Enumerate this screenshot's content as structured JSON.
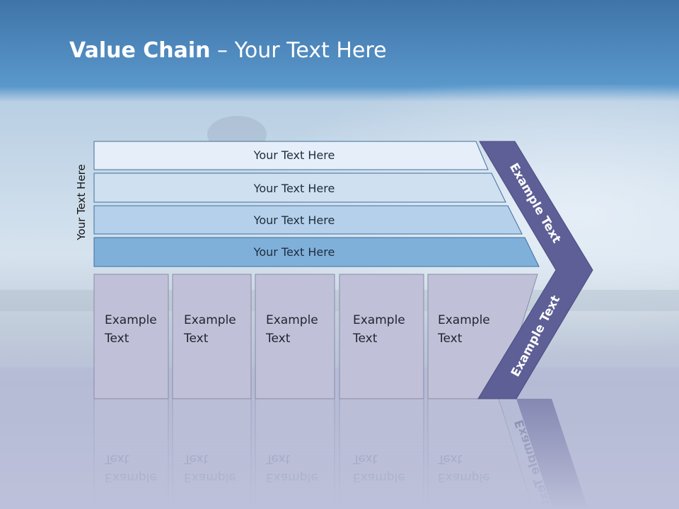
{
  "slide": {
    "title_bold": "Value Chain",
    "title_rest": " – Your Text Here",
    "side_label": "Your Text Here"
  },
  "bars": [
    {
      "label": "Your Text Here",
      "fill": "#e6eff9"
    },
    {
      "label": "Your Text Here",
      "fill": "#cfe0f1"
    },
    {
      "label": "Your Text Here",
      "fill": "#b4d0ea"
    },
    {
      "label": "Your Text Here",
      "fill": "#7fb0da"
    }
  ],
  "columns": [
    {
      "line1": "Example",
      "line2": "Text"
    },
    {
      "line1": "Example",
      "line2": "Text"
    },
    {
      "line1": "Example",
      "line2": "Text"
    },
    {
      "line1": "Example",
      "line2": "Text"
    },
    {
      "line1": "Example",
      "line2": "Text"
    }
  ],
  "chevron": {
    "upper_label": "Example Text",
    "lower_label": "Example Text",
    "fill": "#5d5f96"
  },
  "colors": {
    "header_blue": "#4a86bf",
    "column_fill": "#c0c1d8",
    "column_stroke": "#8a8ca8",
    "bar_stroke": "#3f6f9c"
  }
}
